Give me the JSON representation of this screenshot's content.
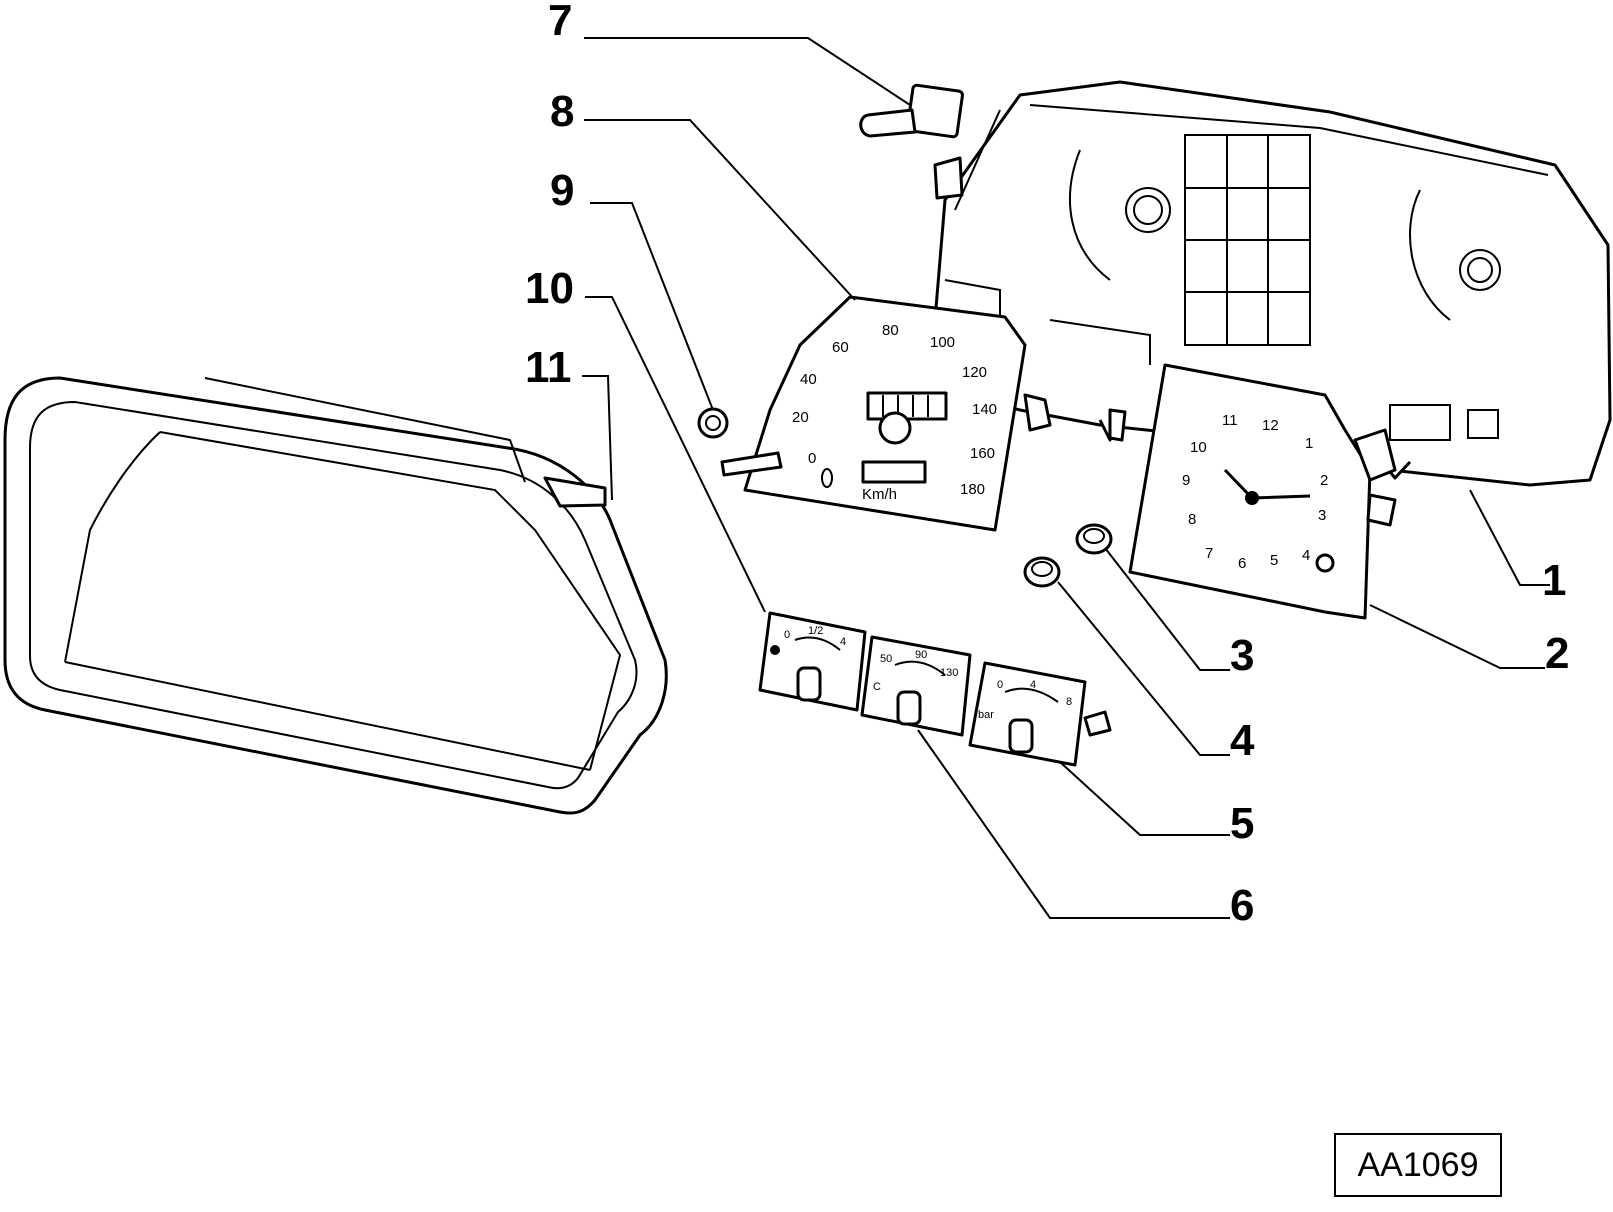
{
  "reference_code": "AA1069",
  "callouts": [
    {
      "id": "1",
      "label": "1"
    },
    {
      "id": "2",
      "label": "2"
    },
    {
      "id": "3",
      "label": "3"
    },
    {
      "id": "4",
      "label": "4"
    },
    {
      "id": "5",
      "label": "5"
    },
    {
      "id": "6",
      "label": "6"
    },
    {
      "id": "7",
      "label": "7"
    },
    {
      "id": "8",
      "label": "8"
    },
    {
      "id": "9",
      "label": "9"
    },
    {
      "id": "10",
      "label": "10"
    },
    {
      "id": "11",
      "label": "11"
    }
  ],
  "speedometer": {
    "ticks": [
      "0",
      "20",
      "40",
      "60",
      "80",
      "100",
      "120",
      "140",
      "160",
      "180"
    ],
    "unit": "Km/h"
  },
  "clock": {
    "numbers": [
      "12",
      "1",
      "2",
      "3",
      "4",
      "5",
      "6",
      "7",
      "8",
      "9",
      "10",
      "11"
    ]
  },
  "fuel_gauge": {
    "left": "0",
    "mid": "1/2",
    "right": "4"
  },
  "temp_gauge": {
    "left": "50",
    "mid": "90",
    "right": "130",
    "side": "C"
  },
  "oil_gauge": {
    "left": "0",
    "mid": "4",
    "right": "8",
    "unit": "bar"
  }
}
